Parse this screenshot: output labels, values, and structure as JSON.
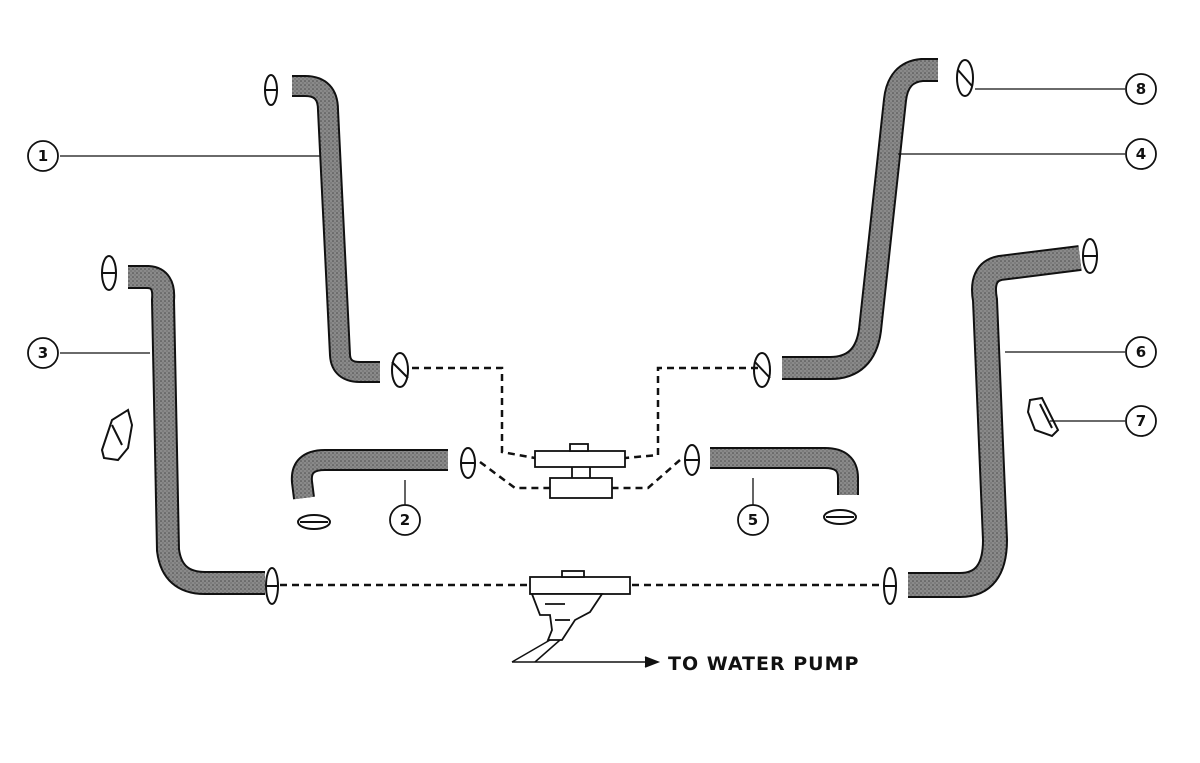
{
  "diagram": {
    "callouts": [
      {
        "id": "1",
        "label": "1"
      },
      {
        "id": "2",
        "label": "2"
      },
      {
        "id": "3",
        "label": "3"
      },
      {
        "id": "4",
        "label": "4"
      },
      {
        "id": "5",
        "label": "5"
      },
      {
        "id": "6",
        "label": "6"
      },
      {
        "id": "7",
        "label": "7"
      },
      {
        "id": "8",
        "label": "8"
      }
    ],
    "caption": "TO WATER PUMP",
    "colors": {
      "line": "#111111",
      "hose_fill": "#7a7a7a",
      "hose_dark": "#3a3a3a",
      "fitting_fill": "#ffffff"
    }
  }
}
